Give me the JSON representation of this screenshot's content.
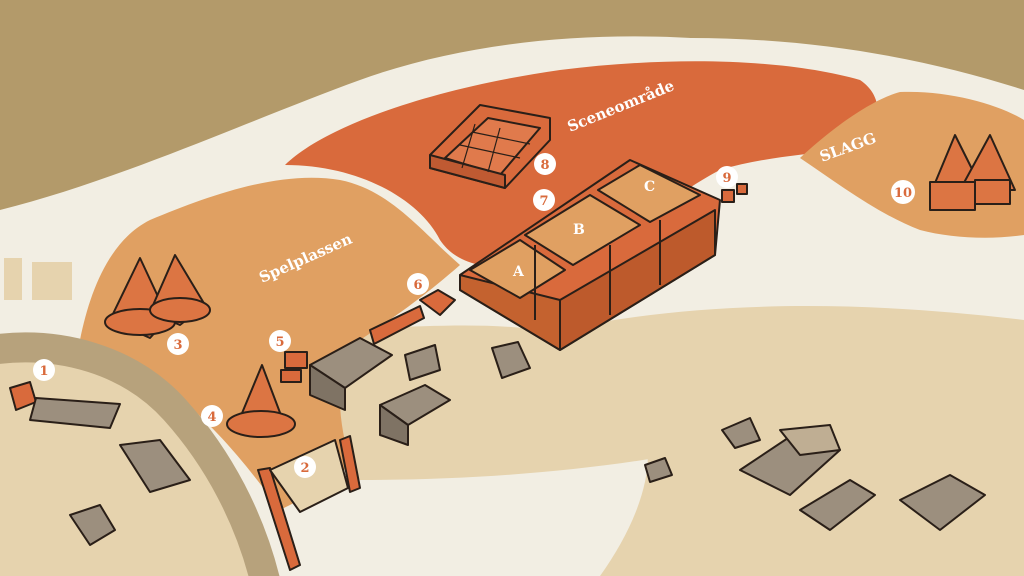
{
  "map": {
    "areas": {
      "scene": "Sceneområde",
      "play": "Spelplassen",
      "slagg": "SLAGG"
    },
    "markers": [
      "1",
      "2",
      "3",
      "4",
      "5",
      "6",
      "7",
      "8",
      "9",
      "10"
    ],
    "blocks": [
      "A",
      "B",
      "C"
    ],
    "colors": {
      "background": "#b39a6a",
      "land": "#f2eee3",
      "sand": "#e6d3ae",
      "play_area": "#e0a062",
      "stage_area": "#d96a3c",
      "road": "#b7a27c",
      "ink": "#2a1f18",
      "building": "#9c8f7e",
      "tent": "#dc7543"
    }
  }
}
